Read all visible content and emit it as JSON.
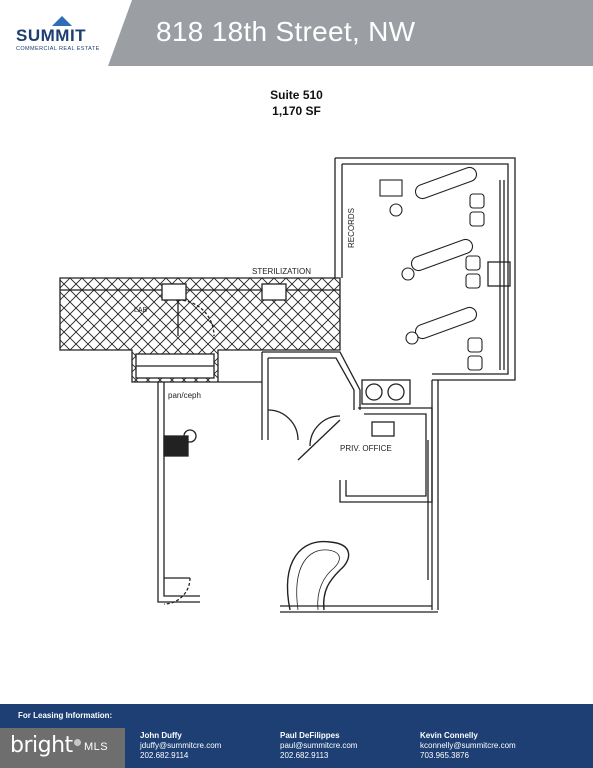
{
  "header": {
    "logo_word": "SUMMIT",
    "logo_subtitle": "COMMERCIAL REAL ESTATE",
    "title": "818 18th Street, NW"
  },
  "suite": {
    "name": "Suite 510",
    "area": "1,170 SF"
  },
  "plan_labels": {
    "sterilization": "STERILIZATION",
    "records": "RECORDS",
    "lab": "LAB",
    "pan_ceph": "pan/ceph",
    "priv_office": "PRIV. OFFICE"
  },
  "footer": {
    "heading": "For Leasing Information:",
    "contacts": [
      {
        "name": "John Duffy",
        "email": "jduffy@summitcre.com",
        "phone": "202.682.9114"
      },
      {
        "name": "Paul DeFilippes",
        "email": "paul@summitcre.com",
        "phone": "202.682.9113"
      },
      {
        "name": "Kevin Connelly",
        "email": "kconnelly@summitcre.com",
        "phone": "703.965.3876"
      }
    ]
  },
  "watermark": {
    "brand": "bright",
    "suffix": "MLS"
  },
  "colors": {
    "header_gray": "#9b9ea3",
    "brand_navy": "#1d3f73",
    "logo_blue": "#2f6db4",
    "watermark_gray": "#6e6e6e"
  }
}
